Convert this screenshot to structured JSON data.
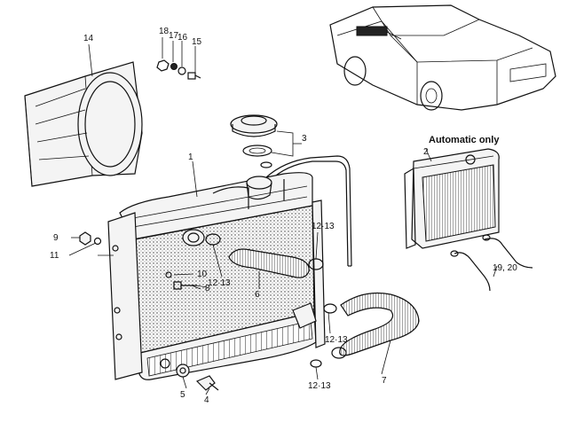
{
  "callouts": {
    "c1": "1",
    "c2": "2",
    "c3": "3",
    "c4": "4",
    "c5": "5",
    "c6": "6",
    "c7": "7",
    "c8": "8",
    "c9": "9",
    "c10": "10",
    "c11": "11",
    "c14": "14",
    "c15": "15",
    "c16": "16",
    "c17": "17",
    "c18": "18",
    "c1213a": "12·13",
    "c1213b": "12·13",
    "c1213c": "12·13",
    "c1213d": "12·13",
    "c1920": "19, 20"
  },
  "notes": {
    "automatic_only": "Automatic only"
  },
  "colors": {
    "line": "#111111",
    "background": "#ffffff"
  }
}
